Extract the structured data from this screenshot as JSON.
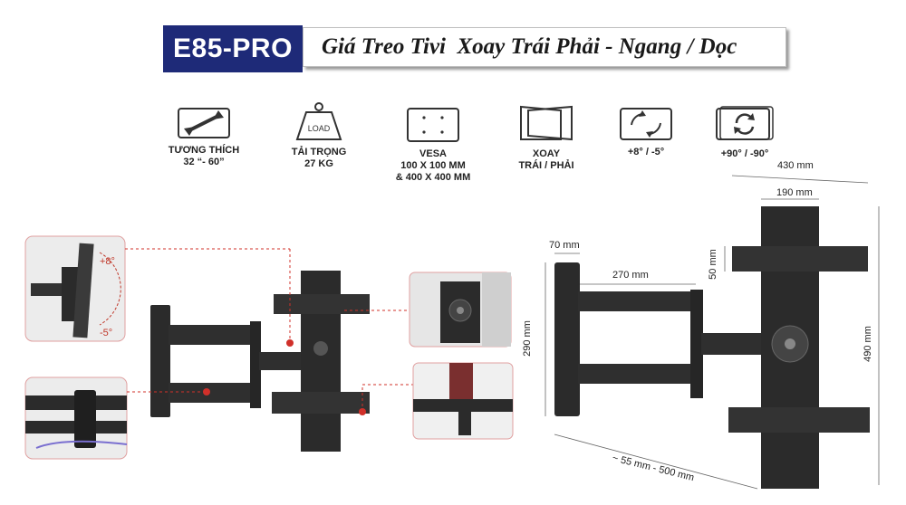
{
  "title": {
    "code": "E85-PRO",
    "name": "Giá Treo Tivi  Xoay Trái Phải - Ngang / Dọc"
  },
  "specs": [
    {
      "icon": "resize-arrow-icon",
      "text": "TƯƠNG THÍCH\n32 “- 60”"
    },
    {
      "icon": "weight-load-icon",
      "icon_text": "LOAD",
      "text": "TẢI TRỌNG\n27 KG"
    },
    {
      "icon": "vesa-pattern-icon",
      "text": "VESA\n100 X 100 MM\n& 400 X 400 MM"
    },
    {
      "icon": "swivel-screens-icon",
      "text": "XOAY\nTRÁI / PHẢI"
    },
    {
      "icon": "tilt-rotate-icon",
      "text": "+8° / -5°"
    },
    {
      "icon": "rotate-circle-icon",
      "text": "+90° / -90°"
    }
  ],
  "callouts": {
    "tilt_up": "+8°",
    "tilt_down": "-5°"
  },
  "dimensions": {
    "top_width": "430 mm",
    "inner_width": "190 mm",
    "plate_width": "70 mm",
    "arm_length": "270 mm",
    "top_offset": "50 mm",
    "wall_plate_height": "290 mm",
    "total_height": "490 mm",
    "extension": "~ 55 mm - 500 mm"
  },
  "colors": {
    "banner_blue": "#1e2a78",
    "mount_black": "#2b2b2b",
    "accent_red": "#d0302a"
  }
}
